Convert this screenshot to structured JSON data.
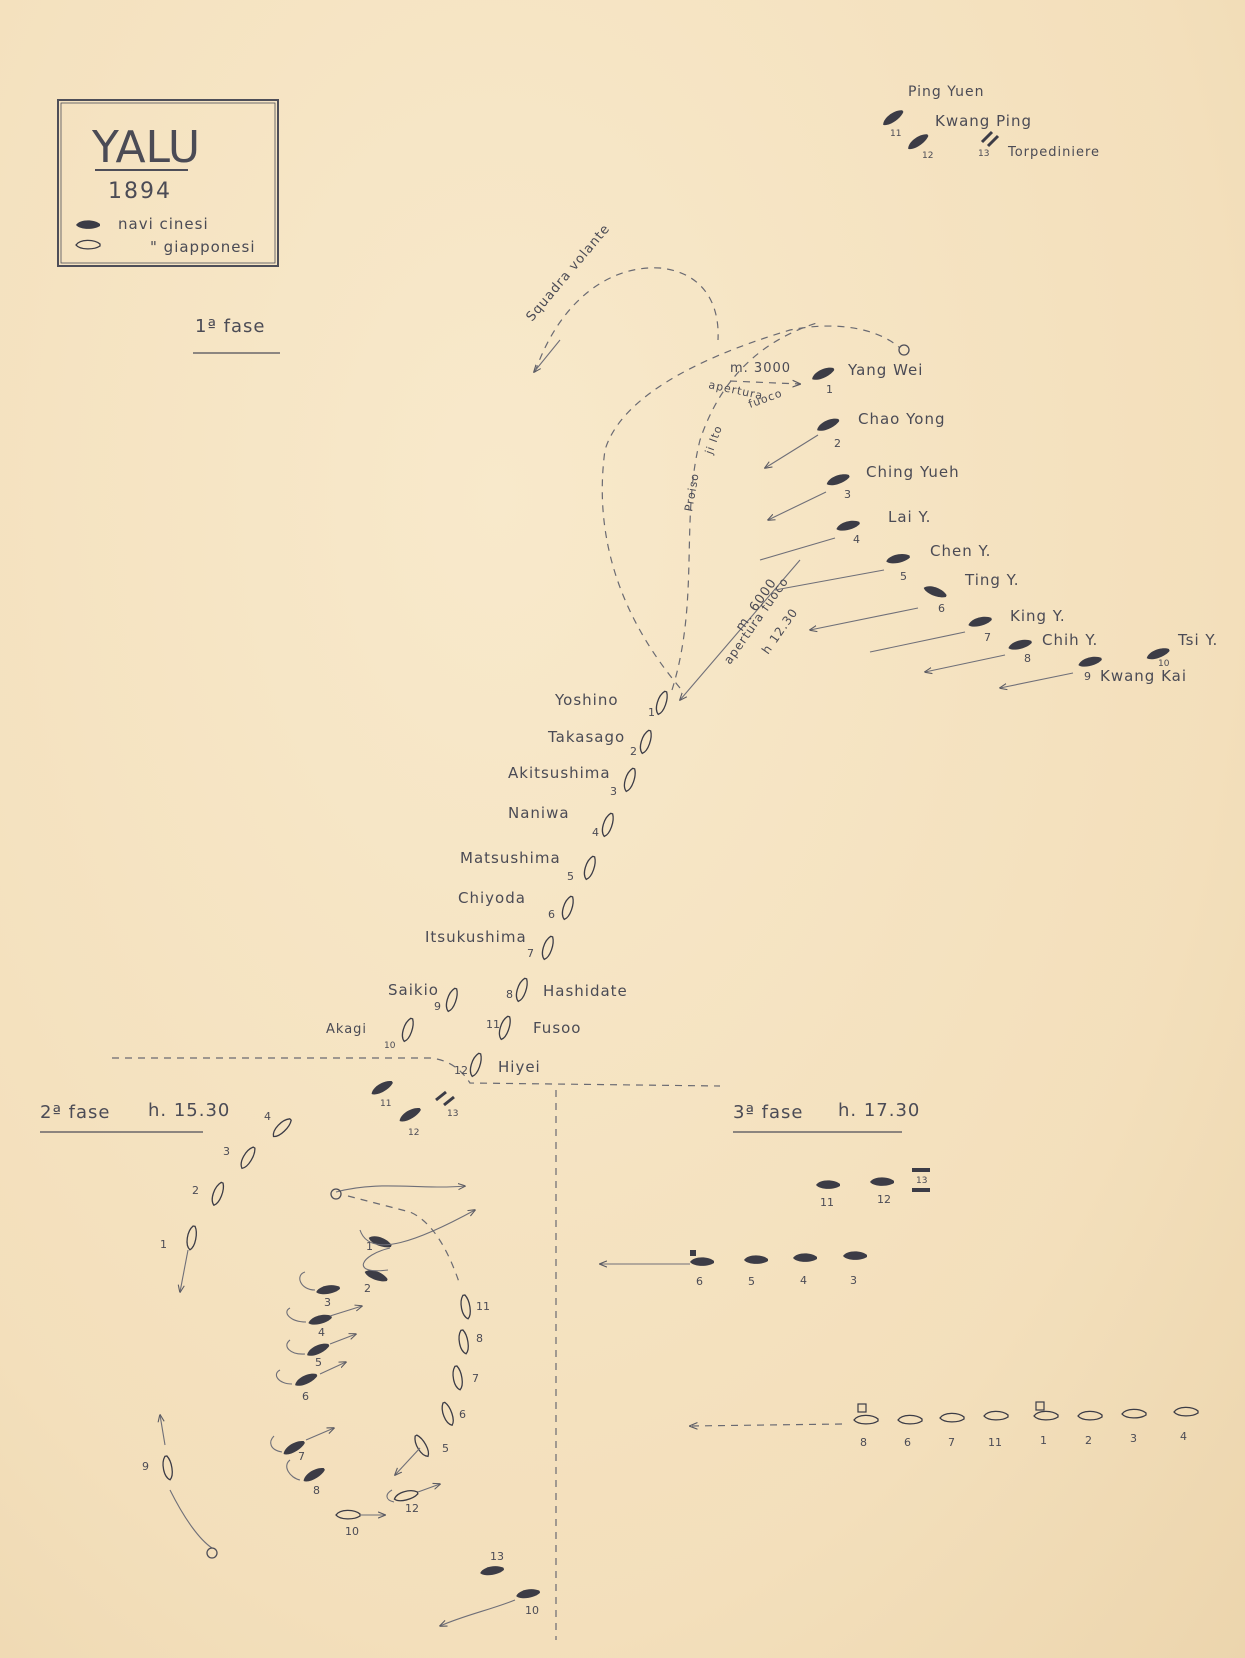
{
  "legend": {
    "title": "YALU",
    "year": "1894",
    "chinese": "navi cinesi",
    "japanese": "\" giapponesi"
  },
  "phases": {
    "p1": "1ª fase",
    "p2": "2ª fase",
    "p2_time": "h. 15.30",
    "p3": "3ª fase",
    "p3_time": "h. 17.30"
  },
  "annotations": {
    "flying_squadron": "Squadra volante",
    "range_3000": "m. 3000",
    "open_fire_1": "apertura",
    "open_fire_2": "fuoco",
    "first_shot_1": "Proiso",
    "first_shot_2": "ji Ito",
    "range_6000": "m. 6000",
    "fire_6000": "apertura fuoco",
    "fire_time": "h 12.30"
  },
  "chinese_ships": [
    {
      "n": "1",
      "name": "Yang Wei"
    },
    {
      "n": "2",
      "name": "Chao Yong"
    },
    {
      "n": "3",
      "name": "Ching Yueh"
    },
    {
      "n": "4",
      "name": "Lai Y."
    },
    {
      "n": "5",
      "name": "Chen Y."
    },
    {
      "n": "6",
      "name": "Ting Y."
    },
    {
      "n": "7",
      "name": "King Y."
    },
    {
      "n": "8",
      "name": "Chih Y."
    },
    {
      "n": "9",
      "name": "Kwang Kai"
    },
    {
      "n": "10",
      "name": "Tsi Y."
    }
  ],
  "chinese_reserve": [
    {
      "n": "11",
      "name": "Ping Yuen"
    },
    {
      "n": "12",
      "name": "Kwang Ping"
    },
    {
      "n": "13",
      "name": "Torpediniere"
    }
  ],
  "japanese_ships": [
    {
      "n": "1",
      "name": "Yoshino"
    },
    {
      "n": "2",
      "name": "Takasago"
    },
    {
      "n": "3",
      "name": "Akitsushima"
    },
    {
      "n": "4",
      "name": "Naniwa"
    },
    {
      "n": "5",
      "name": "Matsushima"
    },
    {
      "n": "6",
      "name": "Chiyoda"
    },
    {
      "n": "7",
      "name": "Itsukushima"
    },
    {
      "n": "8",
      "name": "Hashidate"
    },
    {
      "n": "9",
      "name": "Saikio"
    },
    {
      "n": "10",
      "name": "Akagi"
    },
    {
      "n": "11",
      "name": "Fusoo"
    },
    {
      "n": "12",
      "name": "Hiyei"
    }
  ],
  "phase3_chinese_nums": [
    "11",
    "12",
    "13",
    "6",
    "5",
    "4",
    "3"
  ],
  "phase3_japanese_nums": [
    "8",
    "6",
    "7",
    "11",
    "1",
    "2",
    "3",
    "4"
  ]
}
